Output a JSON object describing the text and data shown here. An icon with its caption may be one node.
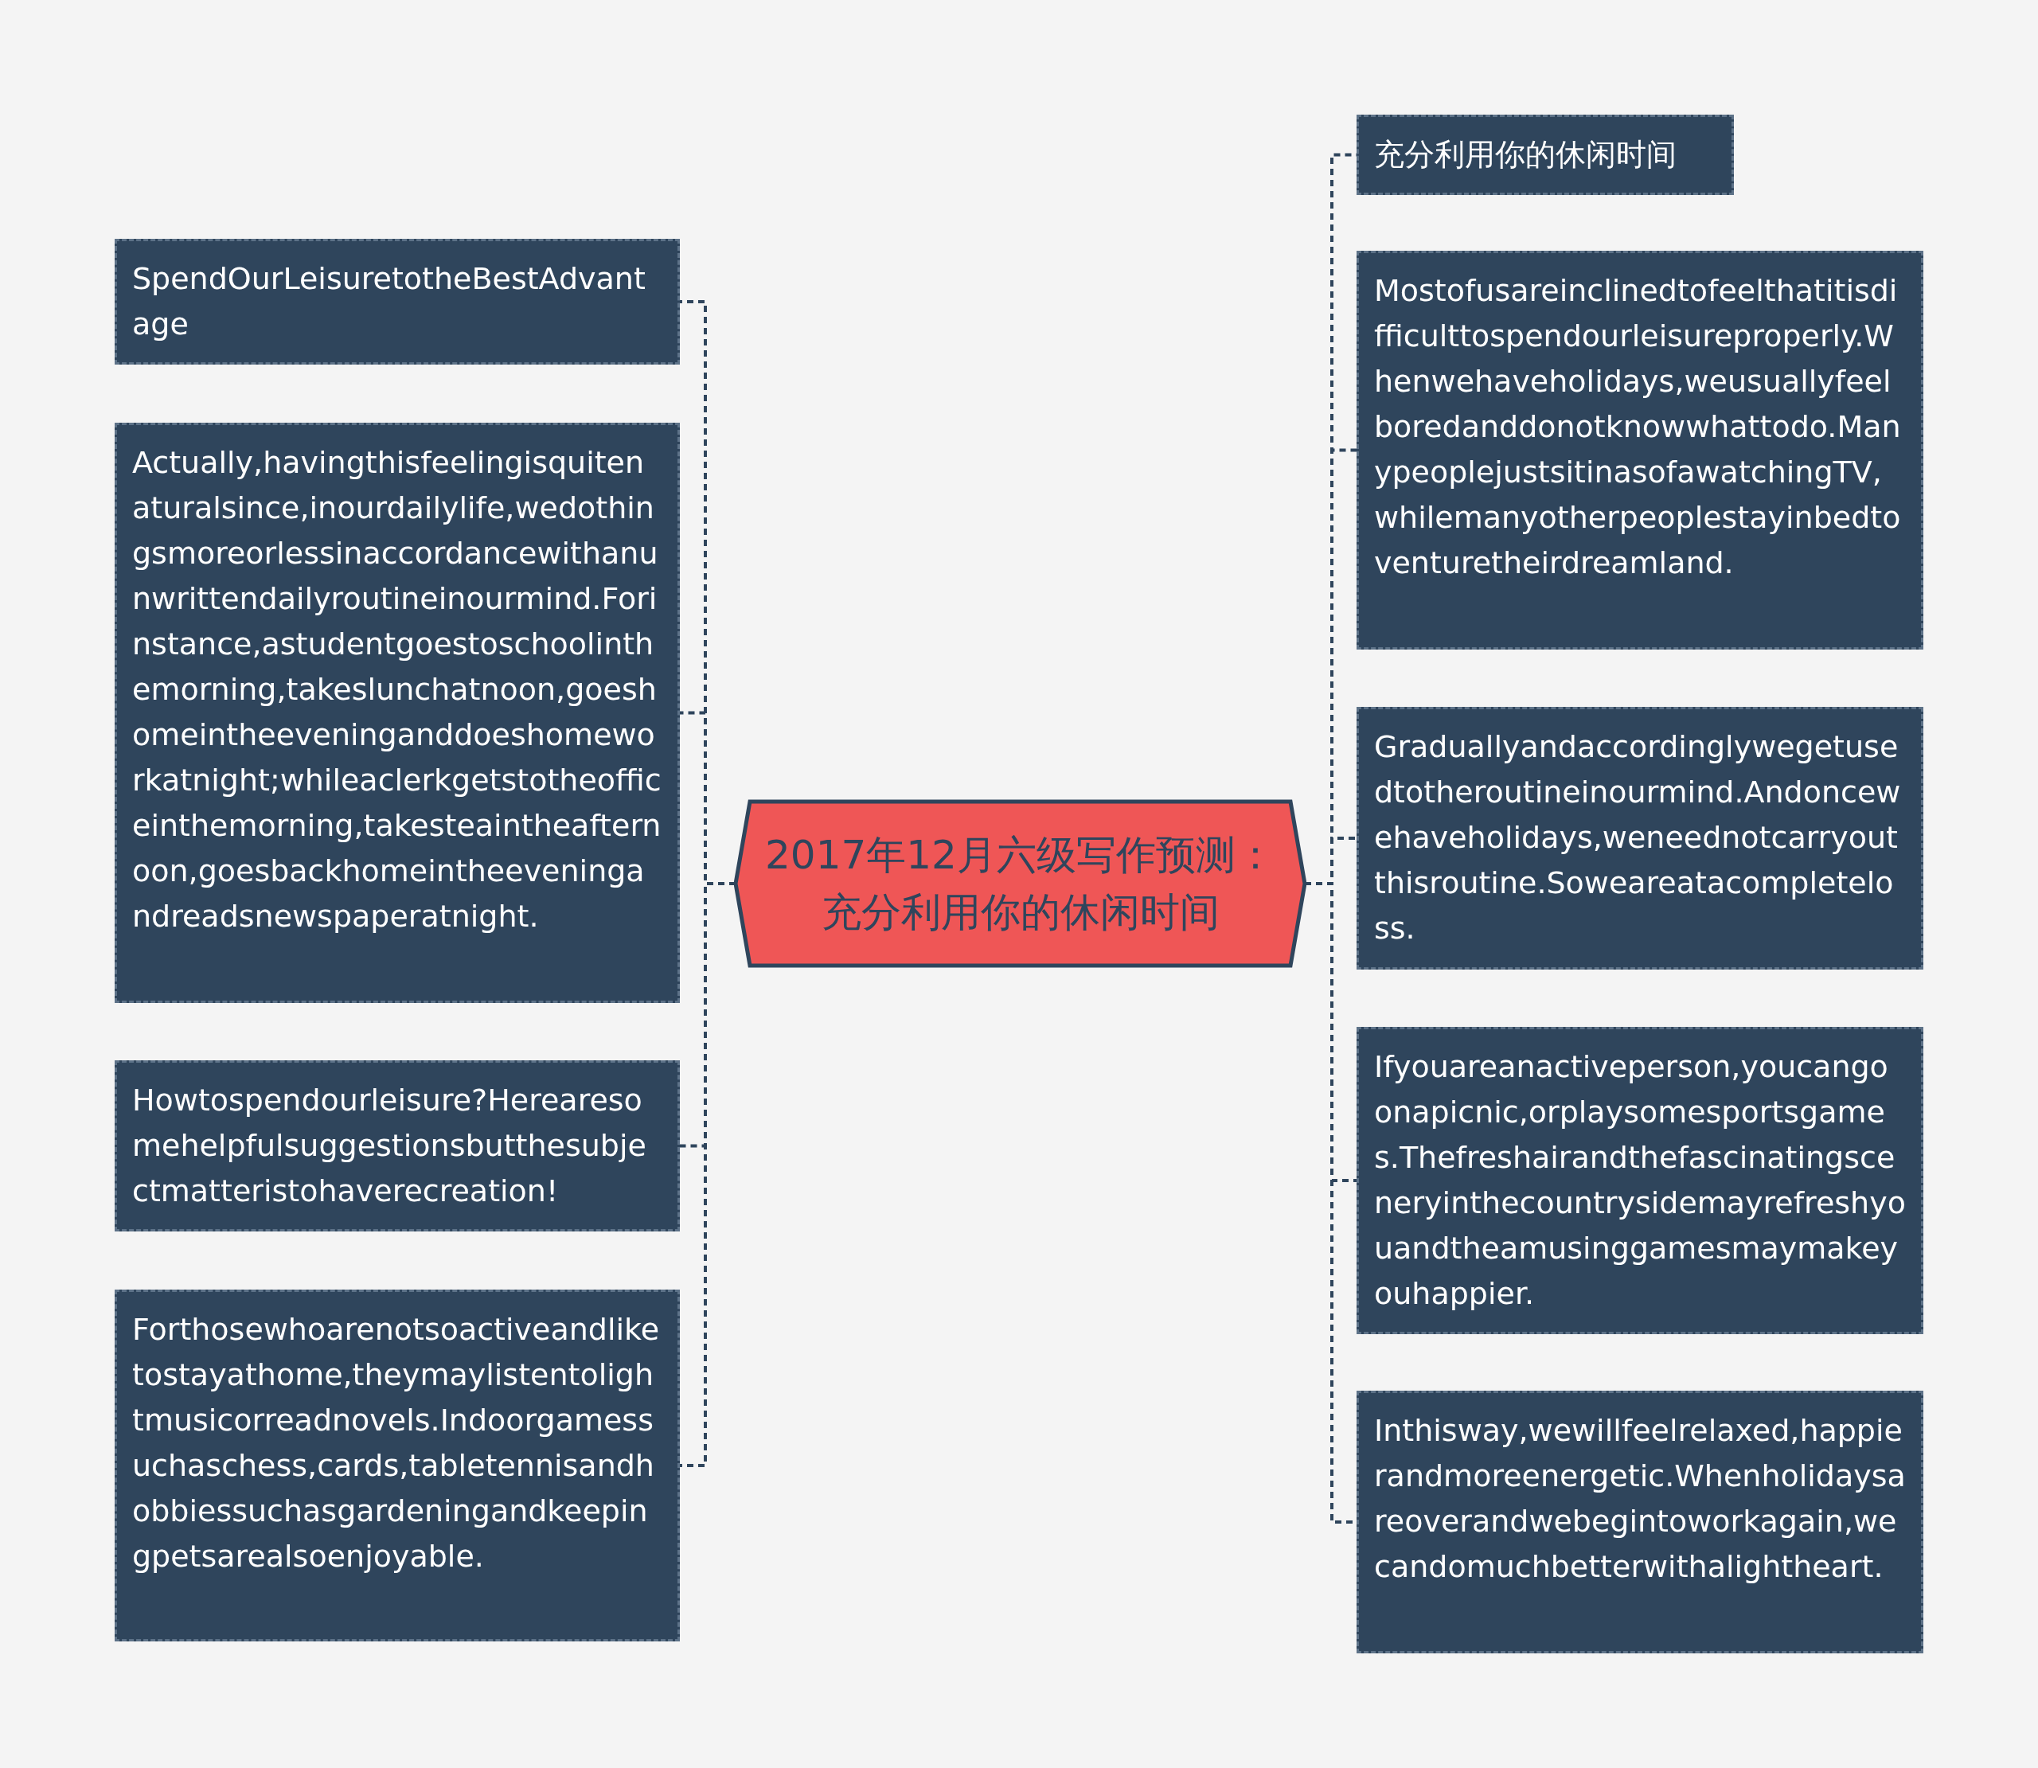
{
  "diagram": {
    "nodes": [
      {
        "text": [
          "2017年12月六级写作预测：充分利用你的休闲时间"
        ]
      },
      {
        "text": [
          "SpendOurLeisuretotheBestAdvantage"
        ]
      },
      {
        "text": [
          "Actually,havingthisfeelingisquitenaturalsince,inourdailylife,wedothingsmoreorlessinaccordancewithanunwrittendailyroutineinourmind.Forinstance,astudentgoestoschoolinthemorning,takeslunchatnoon,goeshomeintheeveninganddoeshomeworkatnight;whileaclerkgetstotheofficeinthemorning,takesteaintheafternoon,goesbackhomeintheeveningandreadsnewspaperatnight."
        ]
      },
      {
        "text": [
          "Howtospendourleisure?Herearesomehelpfulsuggestionsbutthesubjectmatteristohaverecreation!"
        ]
      },
      {
        "text": [
          "Forthosewhoarenotsoactiveandliketostayathome,theymaylistentolightmusicorreadnovels.Indoorgamessuchaschess,cards,tabletennisandhobbiessuchasgardeningandkeepingpetsarealsoenjoyable."
        ]
      },
      {
        "text": [
          "充分利用你的休闲时间"
        ]
      },
      {
        "text": [
          "Mostofusareinclinedtofeelthatitisdifficulttospendourleisureproperly.Whenwehaveholidays,weusuallyfeelboredanddonotknowwhattodo.ManypeoplejustsitinasofawatchingTV,whilemanyotherpeoplestayinbedtoventuretheirdreamland."
        ]
      },
      {
        "text": [
          "Graduallyandaccordinglywegetusedtotheroutineinourmind.Andoncewehaveholidays,weneednotcarryoutthisroutine.Soweareatacompleteloss."
        ]
      },
      {
        "text": [
          "Ifyouareanactiveperson,youcangoonapicnic,orplaysomesportsgames.Thefreshairandthefascinatingsceneryinthecountrysidemayrefreshyouandtheamusinggamesmaymakeyouhappier."
        ]
      },
      {
        "text": [
          "Inthisway,wewillfeelrelaxed,happierandmoreenergetic.Whenholidaysareoverandwebegintoworkagain,wecandomuchbetterwithalightheart."
        ]
      }
    ],
    "edges": [
      {
        "from": 0,
        "to": 1,
        "arrow": "none"
      },
      {
        "from": 0,
        "to": 2,
        "arrow": "none"
      },
      {
        "from": 0,
        "to": 3,
        "arrow": "none"
      },
      {
        "from": 0,
        "to": 4,
        "arrow": "none"
      },
      {
        "from": 0,
        "to": 5,
        "arrow": "none"
      },
      {
        "from": 0,
        "to": 6,
        "arrow": "none"
      },
      {
        "from": 0,
        "to": 7,
        "arrow": "none"
      },
      {
        "from": 0,
        "to": 8,
        "arrow": "none"
      },
      {
        "from": 0,
        "to": 9,
        "arrow": "none"
      }
    ]
  }
}
